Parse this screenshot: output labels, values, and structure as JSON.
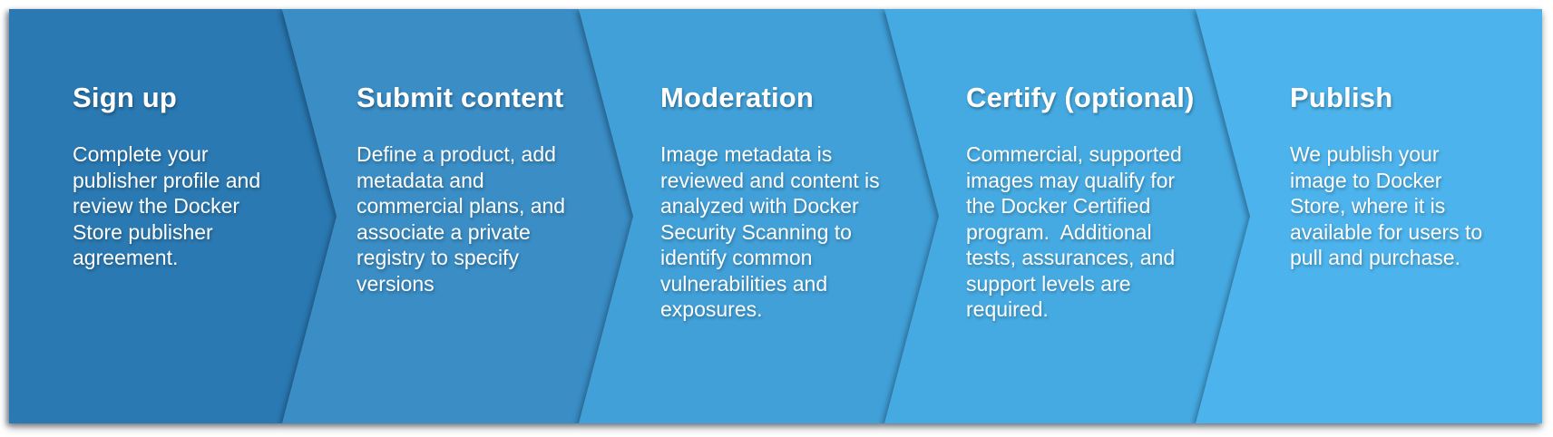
{
  "diagram": {
    "type": "process-flow-chevrons",
    "direction": "left-to-right",
    "text_color": "#ffffff",
    "background_color": "#ffffff",
    "steps": [
      {
        "title": "Sign up",
        "description": "Complete your\npublisher profile and\nreview the Docker\nStore publisher\nagreement.",
        "color": "#2a79b2"
      },
      {
        "title": "Submit content",
        "description": "Define a product, add\nmetadata and\ncommercial plans, and\nassociate a private\nregistry to specify\nversions",
        "color": "#3a8dc5"
      },
      {
        "title": "Moderation",
        "description": "Image metadata is\nreviewed and content is\nanalyzed with Docker\nSecurity Scanning to\nidentify common\nvulnerabilities and\nexposures.",
        "color": "#41a0d8"
      },
      {
        "title": "Certify (optional)",
        "description": "Commercial, supported\nimages may qualify for\nthe Docker Certified\nprogram.  Additional\ntests, assurances, and\nsupport levels are\nrequired.",
        "color": "#46aae2"
      },
      {
        "title": "Publish",
        "description": "We publish your\nimage to Docker\nStore, where it is\navailable for users to\npull and purchase.",
        "color": "#4db3ec"
      }
    ]
  }
}
